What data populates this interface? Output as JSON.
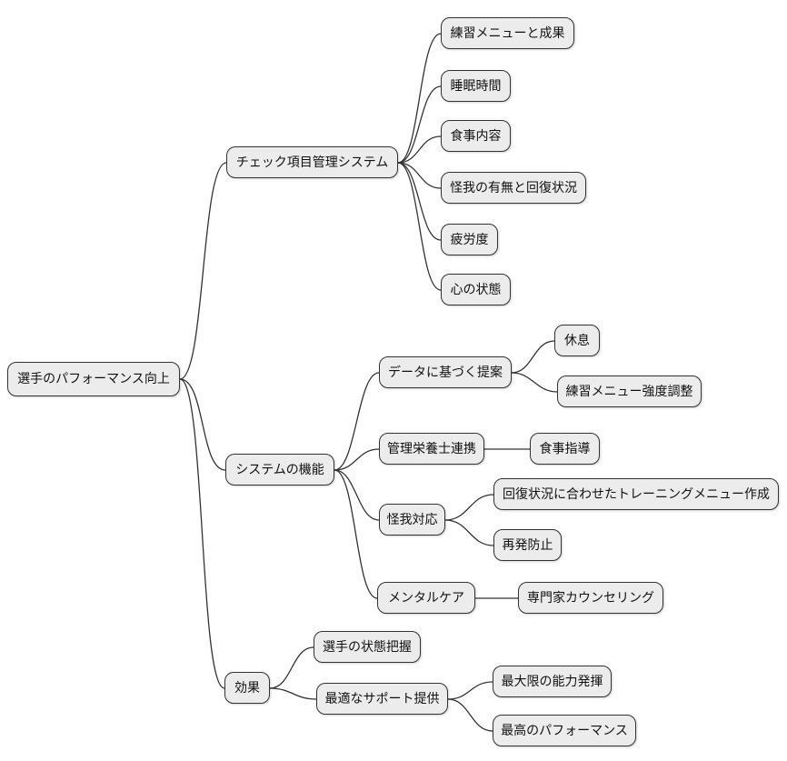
{
  "diagram": {
    "type": "mindmap",
    "orientation": "left-to-right",
    "background_color": "#ffffff",
    "node_fill_color": "#ececec",
    "node_border_color": "#333333",
    "edge_color": "#333333",
    "text_color": "#111111",
    "root": {
      "label": "選手のパフォーマンス向上",
      "children": [
        {
          "label": "チェック項目管理システム",
          "children": [
            {
              "label": "練習メニューと成果"
            },
            {
              "label": "睡眠時間"
            },
            {
              "label": "食事内容"
            },
            {
              "label": "怪我の有無と回復状況"
            },
            {
              "label": "疲労度"
            },
            {
              "label": "心の状態"
            }
          ]
        },
        {
          "label": "システムの機能",
          "children": [
            {
              "label": "データに基づく提案",
              "children": [
                {
                  "label": "休息"
                },
                {
                  "label": "練習メニュー強度調整"
                }
              ]
            },
            {
              "label": "管理栄養士連携",
              "children": [
                {
                  "label": "食事指導"
                }
              ]
            },
            {
              "label": "怪我対応",
              "children": [
                {
                  "label": "回復状況に合わせたトレーニングメニュー作成"
                },
                {
                  "label": "再発防止"
                }
              ]
            },
            {
              "label": "メンタルケア",
              "children": [
                {
                  "label": "専門家カウンセリング"
                }
              ]
            }
          ]
        },
        {
          "label": "効果",
          "children": [
            {
              "label": "選手の状態把握"
            },
            {
              "label": "最適なサポート提供",
              "children": [
                {
                  "label": "最大限の能力発揮"
                },
                {
                  "label": "最高のパフォーマンス"
                }
              ]
            }
          ]
        }
      ]
    }
  }
}
